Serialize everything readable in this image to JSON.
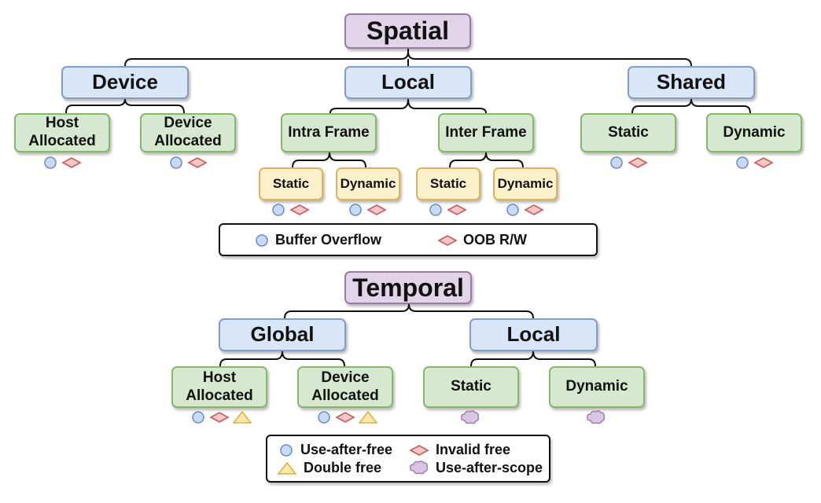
{
  "spatial": {
    "root": "Spatial",
    "device": {
      "label": "Device",
      "host": "Host Allocated",
      "device_alloc": "Device Allocated"
    },
    "local": {
      "label": "Local",
      "intra": "Intra Frame",
      "inter": "Inter Frame",
      "static": "Static",
      "dynamic": "Dynamic"
    },
    "shared": {
      "label": "Shared",
      "static": "Static",
      "dynamic": "Dynamic"
    },
    "legend": {
      "buffer_overflow": "Buffer Overflow",
      "oob_rw": "OOB R/W"
    }
  },
  "temporal": {
    "root": "Temporal",
    "global": {
      "label": "Global",
      "host": "Host Allocated",
      "device_alloc": "Device Allocated"
    },
    "local": {
      "label": "Local",
      "static": "Static",
      "dynamic": "Dynamic"
    },
    "legend": {
      "use_after_free": "Use-after-free",
      "invalid_free": "Invalid free",
      "double_free": "Double free",
      "use_after_scope": "Use-after-scope"
    }
  },
  "colors": {
    "root_fill": "#e2d4e8",
    "category_fill": "#d9e6f8",
    "leaf_fill": "#d7e8d0",
    "subleaf_fill": "#fdf1cc",
    "circle_marker": "#c9daf3",
    "diamond_marker": "#f4c7c7",
    "triangle_marker": "#fbe8a6",
    "cloud_marker": "#d9c6e3"
  },
  "icons": {
    "circle": "circle-icon",
    "diamond": "diamond-icon",
    "triangle": "triangle-icon",
    "cloud": "cloud-icon"
  }
}
